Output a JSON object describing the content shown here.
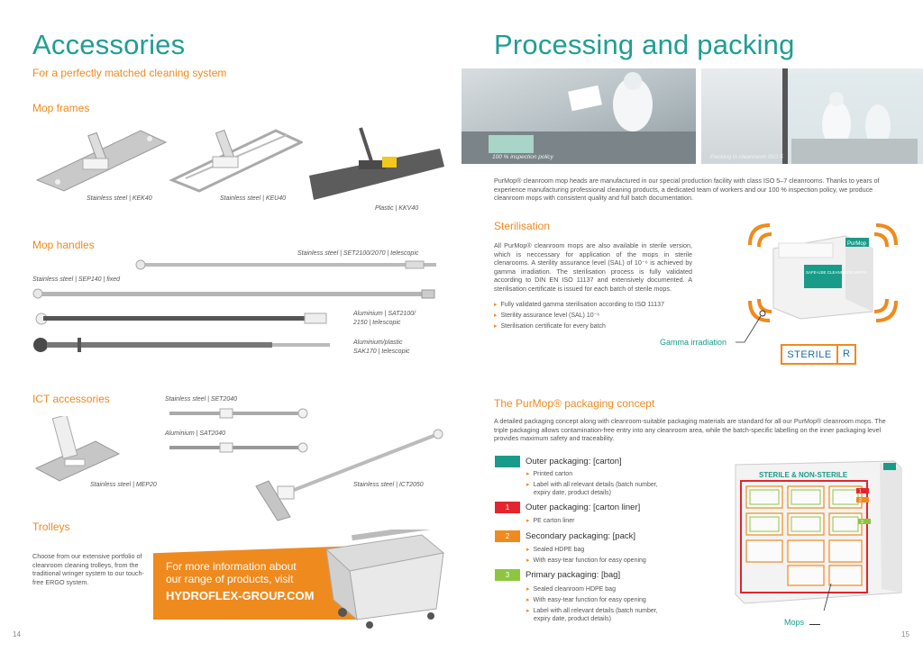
{
  "left": {
    "title": "Accessories",
    "subtitle": "For a perfectly matched cleaning system",
    "mop_frames": {
      "heading": "Mop frames",
      "items": [
        "Stainless steel | KEK40",
        "Stainless steel | KEU40",
        "Plastic | KKV40"
      ]
    },
    "mop_handles": {
      "heading": "Mop handles",
      "items": [
        "Stainless steel | SET2100/2070 | telescopic",
        "Stainless steel | SEP140 | fixed",
        "Aluminium | SAT2100/",
        "2150 | telescopic",
        "Aluminium/plastic",
        "SAK170 | telescopic"
      ]
    },
    "ict": {
      "heading": "ICT accessories",
      "items": [
        "Stainless steel | SET2040",
        "Aluminium | SAT2040",
        "Stainless steel | MEP20",
        "Stainless steel | ICT2050"
      ]
    },
    "trolleys": {
      "heading": "Trolleys",
      "text": "Choose from our extensive portfolio of cleanroom cleaning trolleys, from the traditional wringer system to our touch-free ERGO system."
    },
    "banner": {
      "line1": "For more information about",
      "line2": "our range of products, visit",
      "url": "HYDROFLEX-GROUP.COM"
    },
    "page_number": "14"
  },
  "right": {
    "title": "Processing and packing",
    "photo1_caption": "100 % inspection policy",
    "photo2_caption": "Packing in cleanroom ISO 5",
    "intro": "PurMop® cleanroom mop heads are manufactured in our special production facility with class ISO 5–7 cleanrooms. Thanks to years of experience manufacturing professional cleaning products, a dedicated team of workers and our 100 % inspection policy, we produce cleanroom mops with consistent quality and full batch documentation.",
    "sterilisation": {
      "heading": "Sterilisation",
      "text": "All PurMop® cleanroom mops are also available in sterile version, which is neccessary for application of the mops in sterile clenarooms. A sterility assurance level (SAL) of 10⁻⁶ is achieved by gamma irradiation. The sterilisation process is fully validated according to DIN EN ISO 11137 and extensively documented. A sterilisation certificate is issued for each batch of sterile mops.",
      "bullets": [
        "Fully validated gamma sterilisation according to ISO 11137",
        "Sterility assurance level (SAL) 10⁻⁶",
        "Sterilisation certificate for every batch"
      ],
      "gamma_label": "Gamma irradiation",
      "sterile_label": "STERILE",
      "sterile_r": "R",
      "box_brand": "PurMop",
      "box_text": "SAFE-USE CLEANROOM MOPS"
    },
    "packaging": {
      "heading": "The PurMop® packaging concept",
      "text": "A detailed packaging concept along with cleanroom-suitable packaging materials are standard for all our PurMop® cleanroom mops. The triple packaging allows contamination-free entry into any cleanroom area, while the batch-specific labelling on the inner packaging level provides maximum safety and traceability.",
      "levels": [
        {
          "num": "",
          "label": "Outer packaging: [carton]",
          "color": "#1a9b8a",
          "bullets": [
            "Printed carton",
            "Label with all relevant details (batch number,",
            "expiry date, product details)"
          ]
        },
        {
          "num": "1",
          "label": "Outer packaging: [carton liner]",
          "color": "#e3262d",
          "bullets": [
            "PE carton liner"
          ]
        },
        {
          "num": "2",
          "label": "Secondary packaging: [pack]",
          "color": "#ef8a1e",
          "bullets": [
            "Sealed HDPE bag",
            "With easy-tear function for easy opening"
          ]
        },
        {
          "num": "3",
          "label": "Primary packaging: [bag]",
          "color": "#8cc63f",
          "bullets": [
            "Sealed cleanroom HDPE bag",
            "With easy-tear function for easy opening",
            "Label with all relevant details (batch number,",
            "expiry date, product details)"
          ]
        }
      ],
      "box_title": "STERILE & NON-STERILE",
      "mops_label": "Mops"
    },
    "page_number": "15"
  }
}
